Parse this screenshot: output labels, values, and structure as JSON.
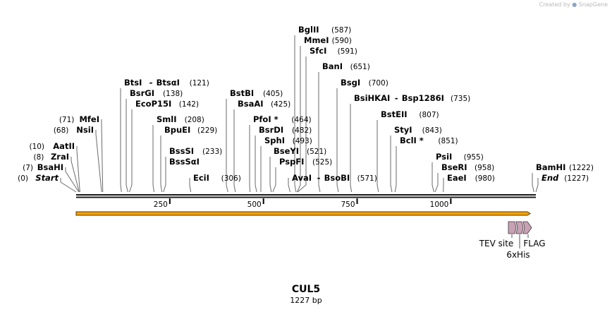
{
  "credit": {
    "prefix": "Created by",
    "brand": "SnapGene"
  },
  "map": {
    "title": "CUL5",
    "length_label": "1227 bp",
    "ticks": [
      {
        "value": 250,
        "label": "250"
      },
      {
        "value": 500,
        "label": "500"
      },
      {
        "value": 750,
        "label": "750"
      },
      {
        "value": 1000,
        "label": "1000"
      }
    ],
    "sites": [
      {
        "name": "Start",
        "pos": 0,
        "pos_label": "(0)",
        "italic": true
      },
      {
        "name": "BsaHI",
        "pos": 7,
        "pos_label": "(7)"
      },
      {
        "name": "ZraI",
        "pos": 8,
        "pos_label": "(8)"
      },
      {
        "name": "AatII",
        "pos": 10,
        "pos_label": "(10)"
      },
      {
        "name": "NsiI",
        "pos": 68,
        "pos_label": "(68)"
      },
      {
        "name": "MfeI",
        "pos": 71,
        "pos_label": "(71)"
      },
      {
        "name": "BtsI",
        "name2": "BtsαI",
        "pos": 121,
        "pos_label": "(121)"
      },
      {
        "name": "BsrGI",
        "pos": 138,
        "pos_label": "(138)"
      },
      {
        "name": "EcoP15I",
        "pos": 142,
        "pos_label": "(142)"
      },
      {
        "name": "SmlI",
        "pos": 208,
        "pos_label": "(208)"
      },
      {
        "name": "BpuEI",
        "pos": 229,
        "pos_label": "(229)"
      },
      {
        "name": "BssSI",
        "pos": 233,
        "pos_label": "(233)"
      },
      {
        "name": "BssSαI",
        "pos": 233,
        "pos_label": ""
      },
      {
        "name": "EciI",
        "pos": 306,
        "pos_label": "(306)"
      },
      {
        "name": "BstBI",
        "pos": 405,
        "pos_label": "(405)"
      },
      {
        "name": "BsaAI",
        "pos": 425,
        "pos_label": "(425)"
      },
      {
        "name": "PfoI *",
        "pos": 464,
        "pos_label": "(464)"
      },
      {
        "name": "BsrDI",
        "pos": 482,
        "pos_label": "(482)"
      },
      {
        "name": "SphI",
        "pos": 493,
        "pos_label": "(493)"
      },
      {
        "name": "BseYI",
        "pos": 521,
        "pos_label": "(521)"
      },
      {
        "name": "PspFI",
        "pos": 525,
        "pos_label": "(525)"
      },
      {
        "name": "AvaI",
        "name2": "BsoBI",
        "pos": 571,
        "pos_label": "(571)"
      },
      {
        "name": "BglII",
        "pos": 587,
        "pos_label": "(587)"
      },
      {
        "name": "MmeI",
        "pos": 590,
        "pos_label": "(590)"
      },
      {
        "name": "SfcI",
        "pos": 591,
        "pos_label": "(591)"
      },
      {
        "name": "BanI",
        "pos": 651,
        "pos_label": "(651)"
      },
      {
        "name": "BsgI",
        "pos": 700,
        "pos_label": "(700)"
      },
      {
        "name": "BsiHKAI",
        "name2": "Bsp1286I",
        "pos": 735,
        "pos_label": "(735)"
      },
      {
        "name": "BstEII",
        "pos": 807,
        "pos_label": "(807)"
      },
      {
        "name": "StyI",
        "pos": 843,
        "pos_label": "(843)"
      },
      {
        "name": "BclI *",
        "pos": 851,
        "pos_label": "(851)"
      },
      {
        "name": "PsiI",
        "pos": 955,
        "pos_label": "(955)"
      },
      {
        "name": "BseRI",
        "pos": 958,
        "pos_label": "(958)"
      },
      {
        "name": "EaeI",
        "pos": 980,
        "pos_label": "(980)"
      },
      {
        "name": "BamHI",
        "pos": 1222,
        "pos_label": "(1222)"
      },
      {
        "name": "End",
        "pos": 1227,
        "pos_label": "(1227)",
        "italic": true
      }
    ],
    "features": [
      {
        "name": "TEV site",
        "color": "#c9a1b4"
      },
      {
        "name": "6xHis",
        "color": "#c9a1b4"
      },
      {
        "name": "FLAG",
        "color": "#c9a1b4"
      }
    ],
    "colors": {
      "backbone": "#1a1a1a",
      "orf_fill": "#f5a200",
      "orf_stroke": "#5a3a00",
      "feature": "#c9a1b4"
    }
  }
}
